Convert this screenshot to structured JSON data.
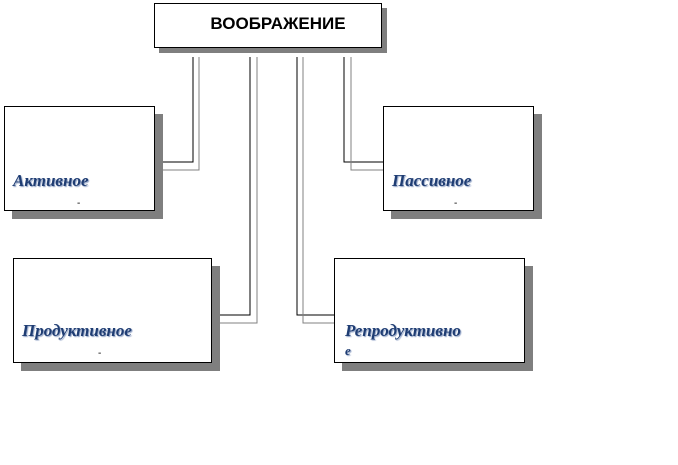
{
  "diagram": {
    "title": "ВООБРАЖЕНИЕ",
    "nodes": {
      "active": {
        "label": "Активное",
        "mark": "-"
      },
      "passive": {
        "label": "Пассивное",
        "mark": "-"
      },
      "productive": {
        "label": "Продуктивное",
        "mark": "-"
      },
      "reproductive": {
        "label": "Репродуктивно",
        "label_wrap": "е"
      }
    }
  },
  "colors": {
    "label": "#1f3d73",
    "shadow": "#7f7f7f",
    "line_dark": "#000000",
    "line_light": "#808080"
  }
}
